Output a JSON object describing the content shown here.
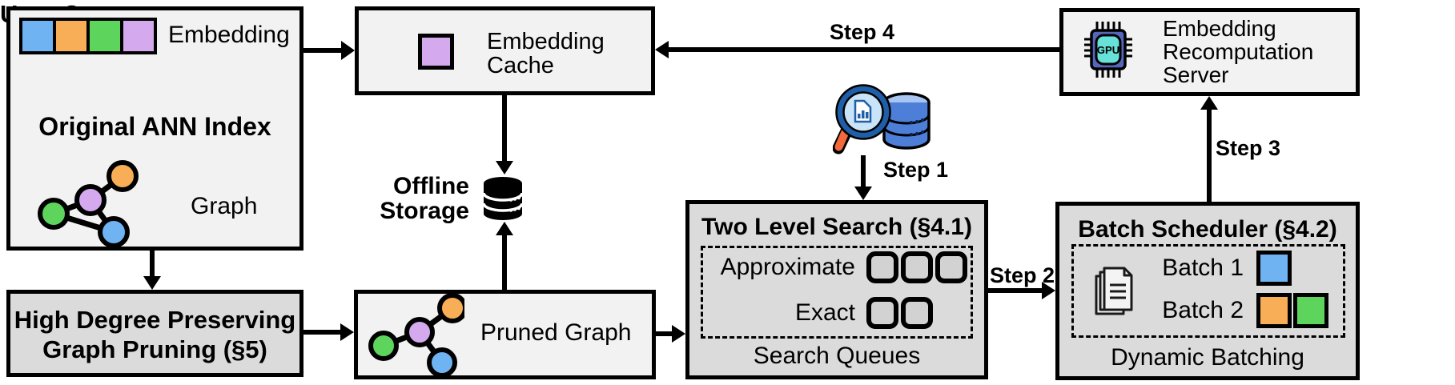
{
  "palette": {
    "blue": "#6FB3F3",
    "orange": "#F7AE57",
    "green": "#5DD55D",
    "purple": "#D4A9EE",
    "box_light": "#F2F2F2",
    "box_gray": "#DBDBDB",
    "queue_fill": "#D2D2D2",
    "chip_body": "#5666BB",
    "chip_screen": "#68E2D8",
    "magnifier_rim": "#1F5FA8",
    "magnifier_lens": "#C9E4F8",
    "magnifier_handle": "#F4693B",
    "db_blue": "#4D7FD9",
    "db_blue_light": "#A8C6F0"
  },
  "icons": {
    "embedding_vector": "embedding-vector-icon",
    "graph": "graph-icon",
    "embedding_cell": "purple-embedding-square-icon",
    "gpu_chip": "gpu-chip-icon",
    "offline_db": "database-stack-icon",
    "query": "magnifier-over-database-icon",
    "documents": "documents-stack-icon"
  },
  "diagram": {
    "ann_index": {
      "title": "Original ANN Index",
      "embedding_label": "Embedding",
      "graph_label": "Graph"
    },
    "embedding_cache": {
      "line1": "Embedding",
      "line2": "Cache"
    },
    "recomputation_server": {
      "line1": "Embedding",
      "line2": "Recomputation",
      "line3": "Server",
      "chip_label": "GPU"
    },
    "offline_storage": {
      "line1": "Offline",
      "line2": "Storage"
    },
    "user_query": {
      "label": "User Query"
    },
    "steps": {
      "s1": "Step 1",
      "s2": "Step 2",
      "s3": "Step 3",
      "s4": "Step 4"
    },
    "two_level_search": {
      "title": "Two Level Search (§4.1)",
      "approximate_label": "Approximate",
      "exact_label": "Exact",
      "caption": "Search Queues"
    },
    "batch_scheduler": {
      "title": "Batch Scheduler (§4.2)",
      "batch1_label": "Batch 1",
      "batch2_label": "Batch 2",
      "caption": "Dynamic Batching"
    },
    "graph_pruning": {
      "line1": "High Degree Preserving",
      "line2": "Graph Pruning (§5)"
    },
    "pruned_graph": {
      "label": "Pruned Graph"
    }
  }
}
